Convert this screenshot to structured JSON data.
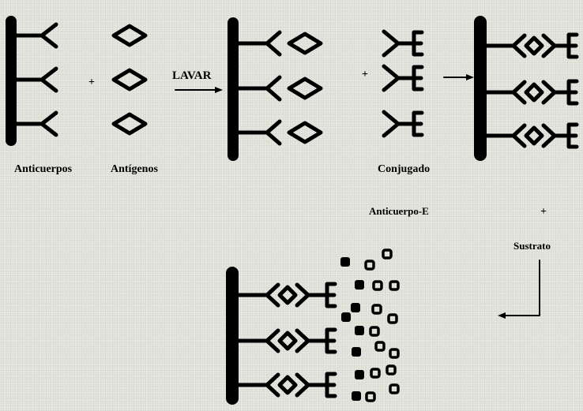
{
  "labels": {
    "antibodies": "Anticuerpos",
    "antigens": "Antígenos",
    "wash": "LAVAR",
    "conjugate": "Conjugado",
    "antibody_enzyme": "Anticuerpo-E",
    "substrate": "Sustrato",
    "plus": "+"
  },
  "colors": {
    "ink": "#000000",
    "background": "#e7e7e0"
  }
}
